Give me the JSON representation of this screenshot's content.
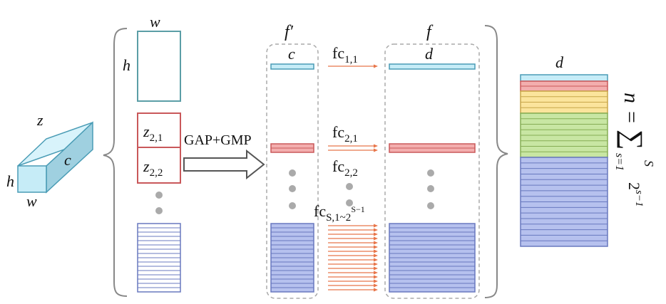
{
  "cube": {
    "w": "w",
    "h": "h",
    "z": "z",
    "c": "c"
  },
  "input_column": {
    "w": "w",
    "h": "h",
    "z21_base": "z",
    "z21_sub": "2,1",
    "z22_base": "z",
    "z22_sub": "2,2"
  },
  "op_label": "GAP+GMP",
  "fprime_column": {
    "title": "f′",
    "c": "c"
  },
  "fc_labels": [
    {
      "base": "fc",
      "sub": "1,1"
    },
    {
      "base": "fc",
      "sub": "2,1"
    },
    {
      "base": "fc",
      "sub": "2,2"
    },
    {
      "base": "fc",
      "sub": "S,1~2",
      "sup": "S−1"
    }
  ],
  "f_column": {
    "title": "f",
    "d": "d"
  },
  "output": {
    "d": "d"
  },
  "formula": {
    "lhs": "n",
    "eq": "=",
    "sum": "∑",
    "upper": "S",
    "lower": "s=1",
    "term_base": "2",
    "term_sup": "s−1"
  },
  "colors": {
    "cyan_fill": "#c6ecf7",
    "cyan_stroke": "#4a9cb5",
    "teal_stroke": "#5b9ea6",
    "red_fill": "#f3aeae",
    "red_stroke": "#c9585a",
    "yellow_fill": "#fbe49c",
    "yellow_stroke": "#c8a64a",
    "green_fill": "#c8e6a3",
    "green_stroke": "#86ad55",
    "blue_fill": "#b6c1ee",
    "blue_stroke": "#6878bf",
    "arrow_orange": "#e8764a",
    "gray": "#aaaaaa"
  }
}
